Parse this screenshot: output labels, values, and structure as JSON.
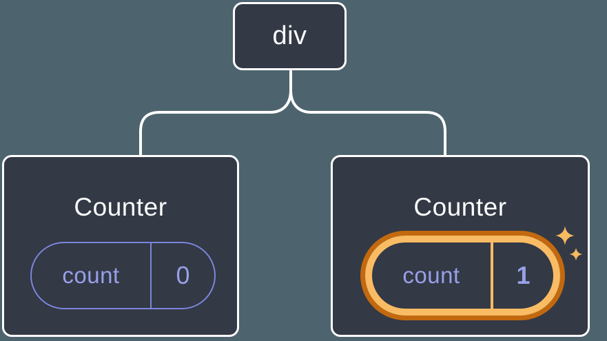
{
  "diagram": {
    "root": {
      "label": "div"
    },
    "children": [
      {
        "title": "Counter",
        "state": {
          "key": "count",
          "value": "0"
        },
        "highlighted": false
      },
      {
        "title": "Counter",
        "state": {
          "key": "count",
          "value": "1"
        },
        "highlighted": true
      }
    ]
  },
  "colors": {
    "background": "#4D646E",
    "node_fill": "#333945",
    "node_border": "#FFFFFF",
    "connector": "#FFFFFF",
    "title_text": "#FCFCFD",
    "state_purple": "#7C86DD",
    "state_text": "#97A0E8",
    "highlight_orange_dark": "#C2690F",
    "highlight_orange_light": "#F9BC64",
    "sparkle": "#F6BA60"
  }
}
